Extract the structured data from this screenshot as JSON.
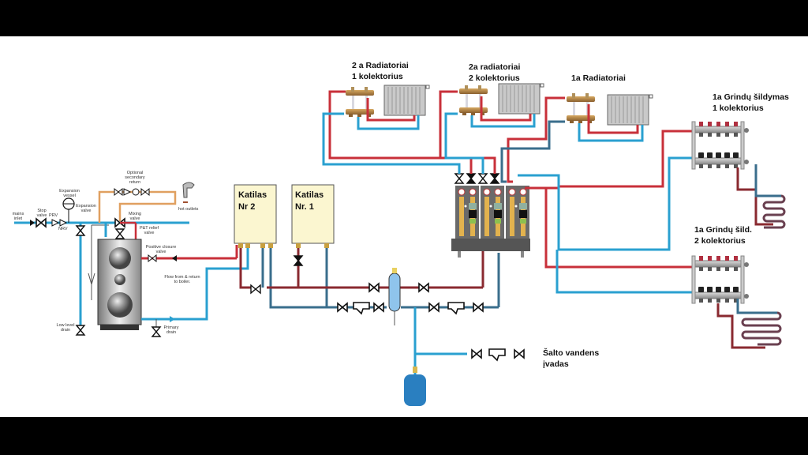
{
  "diagram": {
    "title": "Heating system hydraulic schematic",
    "colors": {
      "supply_pipe": "#c8303a",
      "return_pipe": "#2aa0d0",
      "dark_return_pipe": "#3a6e8c",
      "dark_supply_pipe": "#8a2a30",
      "secondary_return_pipe": "#e0a060",
      "boiler_fill": "#fbf6d0",
      "expansion_tank": "#2a7fc0",
      "background": "#ffffff",
      "letterbox": "#000000"
    },
    "radiator_groups": [
      {
        "id": "rad-2a-1",
        "line1": "2 a Radiatoriai",
        "line2": "1 kolektorius"
      },
      {
        "id": "rad-2a-2",
        "line1": "2a radiatoriai",
        "line2": "2 kolektorius"
      },
      {
        "id": "rad-1a",
        "line1": "1a Radiatoriai",
        "line2": ""
      }
    ],
    "floor_heating": [
      {
        "id": "floor-1",
        "line1": "1a Grindų šildymas",
        "line2": "1 kolektorius",
        "loops": 5
      },
      {
        "id": "floor-2",
        "line1": "1a Grindų šild.",
        "line2": "2 kolektorius",
        "loops": 5
      }
    ],
    "boilers": [
      {
        "id": "boiler-2",
        "line1": "Katilas",
        "line2": "Nr 2"
      },
      {
        "id": "boiler-1",
        "line1": "Katilas",
        "line2": "Nr. 1"
      }
    ],
    "cold_water_inlet": {
      "line1": "Šalto vandens",
      "line2": "įvadas"
    },
    "dhw_cylinder_labels": {
      "mains_inlet": "mains inlet",
      "stop_valve": "Stop valve",
      "prv": "PRV",
      "nrv": "NRV",
      "expansion_vessel": "Expansion vessel",
      "expansion_valve": "Expansion valve",
      "optional_secondary_return": "Optional secondary return",
      "hot_outlets": "hot outlets",
      "mixing_valve": "Mixing valve",
      "pt_relief_valve": "P&T relief valve",
      "positive_closure_valve": "Positive closure valve",
      "flow_return_boiler": "Flow from & return to boiler.",
      "low_level_drain": "Low level drain",
      "primary_drain": "Primary drain"
    },
    "pump_station_modules": 3
  }
}
